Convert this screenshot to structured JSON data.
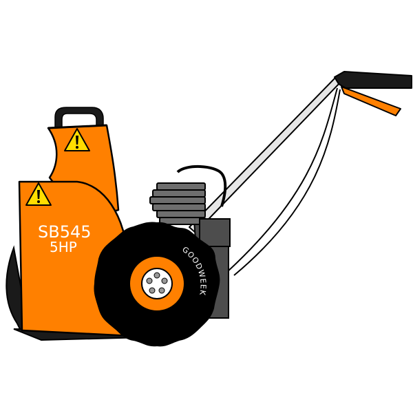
{
  "machine": {
    "model": "SB545",
    "power": "5HP",
    "tire_brand": "GOODWEEK"
  },
  "colors": {
    "body": "#ff8000",
    "outline": "#000000",
    "engine": "#4d4d4d",
    "engine_fins": "#6e6e6e",
    "warning": "#ffdd00",
    "hub": "#ff8000",
    "handle": "#e6e6e6"
  },
  "icons": [
    "warning-triangle-icon",
    "warning-triangle-icon"
  ]
}
